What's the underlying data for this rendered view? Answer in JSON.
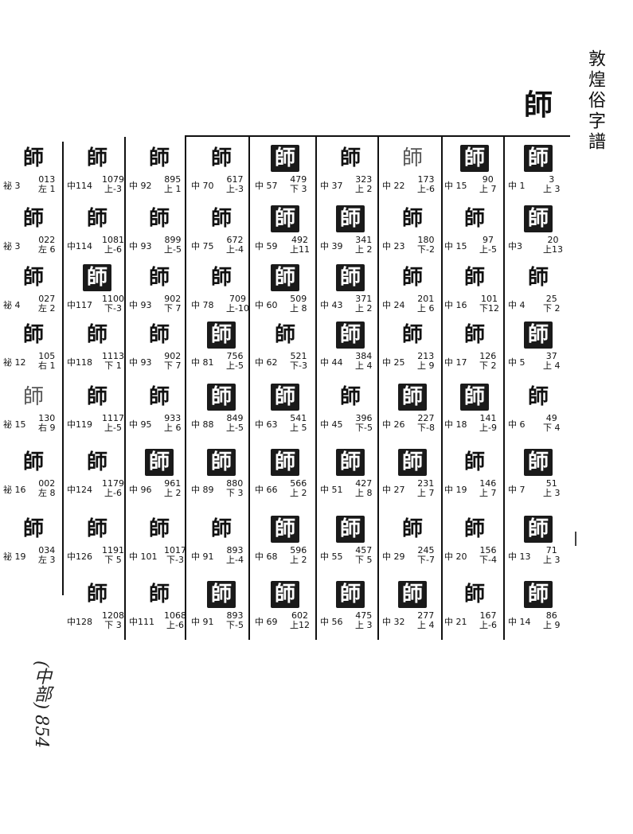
{
  "book_title": "敦煌俗字譜",
  "headword": "師",
  "margin_note": "(中部) 854",
  "columns": [
    [
      {
        "glyph": "師",
        "style": "dark",
        "src": "中 1",
        "num": "3",
        "pos": "上 3"
      },
      {
        "glyph": "師",
        "style": "dark",
        "src": "中3",
        "num": "20",
        "pos": "上13"
      },
      {
        "glyph": "師",
        "style": "normal",
        "src": "中 4",
        "num": "25",
        "pos": "下 2"
      },
      {
        "glyph": "師",
        "style": "dark",
        "src": "中 5",
        "num": "37",
        "pos": "上 4"
      },
      {
        "glyph": "師",
        "style": "normal",
        "src": "中 6",
        "num": "49",
        "pos": "下 4"
      },
      {
        "glyph": "師",
        "style": "dark",
        "src": "中 7",
        "num": "51",
        "pos": "上 3"
      },
      {
        "glyph": "師",
        "style": "dark",
        "src": "中 13",
        "num": "71",
        "pos": "上 3"
      },
      {
        "glyph": "師",
        "style": "dark",
        "src": "中 14",
        "num": "86",
        "pos": "上 9"
      }
    ],
    [
      {
        "glyph": "師",
        "style": "dark",
        "src": "中 15",
        "num": "90",
        "pos": "上 7"
      },
      {
        "glyph": "師",
        "style": "normal",
        "src": "中 15",
        "num": "97",
        "pos": "上-5"
      },
      {
        "glyph": "師",
        "style": "normal",
        "src": "中 16",
        "num": "101",
        "pos": "下12"
      },
      {
        "glyph": "師",
        "style": "normal",
        "src": "中 17",
        "num": "126",
        "pos": "下 2"
      },
      {
        "glyph": "師",
        "style": "dark",
        "src": "中 18",
        "num": "141",
        "pos": "上-9"
      },
      {
        "glyph": "師",
        "style": "normal",
        "src": "中 19",
        "num": "146",
        "pos": "上 7"
      },
      {
        "glyph": "師",
        "style": "normal",
        "src": "中 20",
        "num": "156",
        "pos": "下-4"
      },
      {
        "glyph": "師",
        "style": "normal",
        "src": "中 21",
        "num": "167",
        "pos": "上-6"
      }
    ],
    [
      {
        "glyph": "師",
        "style": "light",
        "src": "中 22",
        "num": "173",
        "pos": "上-6"
      },
      {
        "glyph": "師",
        "style": "normal",
        "src": "中 23",
        "num": "180",
        "pos": "下-2"
      },
      {
        "glyph": "師",
        "style": "normal",
        "src": "中 24",
        "num": "201",
        "pos": "上 6"
      },
      {
        "glyph": "師",
        "style": "normal",
        "src": "中 25",
        "num": "213",
        "pos": "上 9"
      },
      {
        "glyph": "師",
        "style": "dark",
        "src": "中 26",
        "num": "227",
        "pos": "下-8"
      },
      {
        "glyph": "師",
        "style": "dark",
        "src": "中 27",
        "num": "231",
        "pos": "上 7"
      },
      {
        "glyph": "師",
        "style": "normal",
        "src": "中 29",
        "num": "245",
        "pos": "下-7"
      },
      {
        "glyph": "師",
        "style": "dark",
        "src": "中 32",
        "num": "277",
        "pos": "上 4"
      }
    ],
    [
      {
        "glyph": "師",
        "style": "normal",
        "src": "中 37",
        "num": "323",
        "pos": "上 2"
      },
      {
        "glyph": "師",
        "style": "dark",
        "src": "中 39",
        "num": "341",
        "pos": "上 2"
      },
      {
        "glyph": "師",
        "style": "dark",
        "src": "中 43",
        "num": "371",
        "pos": "上 2"
      },
      {
        "glyph": "師",
        "style": "dark",
        "src": "中 44",
        "num": "384",
        "pos": "上 4"
      },
      {
        "glyph": "師",
        "style": "normal",
        "src": "中 45",
        "num": "396",
        "pos": "下-5"
      },
      {
        "glyph": "師",
        "style": "dark",
        "src": "中 51",
        "num": "427",
        "pos": "上 8"
      },
      {
        "glyph": "師",
        "style": "dark",
        "src": "中 55",
        "num": "457",
        "pos": "下 5"
      },
      {
        "glyph": "師",
        "style": "dark",
        "src": "中 56",
        "num": "475",
        "pos": "上 3"
      }
    ],
    [
      {
        "glyph": "師",
        "style": "dark",
        "src": "中 57",
        "num": "479",
        "pos": "下 3"
      },
      {
        "glyph": "師",
        "style": "dark",
        "src": "中 59",
        "num": "492",
        "pos": "上11"
      },
      {
        "glyph": "師",
        "style": "dark",
        "src": "中 60",
        "num": "509",
        "pos": "上 8"
      },
      {
        "glyph": "師",
        "style": "normal",
        "src": "中 62",
        "num": "521",
        "pos": "下-3"
      },
      {
        "glyph": "師",
        "style": "dark",
        "src": "中 63",
        "num": "541",
        "pos": "上 5"
      },
      {
        "glyph": "師",
        "style": "dark",
        "src": "中 66",
        "num": "566",
        "pos": "上 2"
      },
      {
        "glyph": "師",
        "style": "dark",
        "src": "中 68",
        "num": "596",
        "pos": "上 2"
      },
      {
        "glyph": "師",
        "style": "dark",
        "src": "中 69",
        "num": "602",
        "pos": "上12"
      }
    ],
    [
      {
        "glyph": "師",
        "style": "normal",
        "src": "中 70",
        "num": "617",
        "pos": "上-3"
      },
      {
        "glyph": "師",
        "style": "normal",
        "src": "中 75",
        "num": "672",
        "pos": "上-4"
      },
      {
        "glyph": "師",
        "style": "normal",
        "src": "中 78",
        "num": "709",
        "pos": "上-10"
      },
      {
        "glyph": "師",
        "style": "dark",
        "src": "中 81",
        "num": "756",
        "pos": "上-5"
      },
      {
        "glyph": "師",
        "style": "dark",
        "src": "中 88",
        "num": "849",
        "pos": "上-5"
      },
      {
        "glyph": "師",
        "style": "dark",
        "src": "中 89",
        "num": "880",
        "pos": "下 3"
      },
      {
        "glyph": "師",
        "style": "normal",
        "src": "中 91",
        "num": "893",
        "pos": "上-4"
      },
      {
        "glyph": "師",
        "style": "dark",
        "src": "中 91",
        "num": "893",
        "pos": "下-5"
      }
    ],
    [
      {
        "glyph": "師",
        "style": "normal",
        "src": "中 92",
        "num": "895",
        "pos": "上 1"
      },
      {
        "glyph": "師",
        "style": "normal",
        "src": "中 93",
        "num": "899",
        "pos": "上-5"
      },
      {
        "glyph": "師",
        "style": "normal",
        "src": "中 93",
        "num": "902",
        "pos": "下 7"
      },
      {
        "glyph": "師",
        "style": "normal",
        "src": "中 93",
        "num": "902",
        "pos": "下 7"
      },
      {
        "glyph": "師",
        "style": "normal",
        "src": "中 95",
        "num": "933",
        "pos": "上 6"
      },
      {
        "glyph": "師",
        "style": "dark",
        "src": "中 96",
        "num": "961",
        "pos": "上 2"
      },
      {
        "glyph": "師",
        "style": "normal",
        "src": "中 101",
        "num": "1017",
        "pos": "下-3"
      },
      {
        "glyph": "師",
        "style": "normal",
        "src": "中111",
        "num": "1068",
        "pos": "上-6"
      }
    ],
    [
      {
        "glyph": "師",
        "style": "normal",
        "src": "中114",
        "num": "1079",
        "pos": "上-3"
      },
      {
        "glyph": "師",
        "style": "normal",
        "src": "中114",
        "num": "1081",
        "pos": "上-6"
      },
      {
        "glyph": "師",
        "style": "dark",
        "src": "中117",
        "num": "1100",
        "pos": "下-3"
      },
      {
        "glyph": "師",
        "style": "normal",
        "src": "中118",
        "num": "1113",
        "pos": "下 1"
      },
      {
        "glyph": "師",
        "style": "normal",
        "src": "中119",
        "num": "1117",
        "pos": "上-5"
      },
      {
        "glyph": "師",
        "style": "normal",
        "src": "中124",
        "num": "1179",
        "pos": "上-6"
      },
      {
        "glyph": "師",
        "style": "normal",
        "src": "中126",
        "num": "1191",
        "pos": "下 5"
      },
      {
        "glyph": "師",
        "style": "normal",
        "src": "中128",
        "num": "1208",
        "pos": "下 3"
      }
    ],
    [
      {
        "glyph": "師",
        "style": "normal",
        "src": "祕 3",
        "num": "013",
        "pos": "左 1"
      },
      {
        "glyph": "師",
        "style": "normal",
        "src": "祕 3",
        "num": "022",
        "pos": "左 6"
      },
      {
        "glyph": "師",
        "style": "normal",
        "src": "祕 4",
        "num": "027",
        "pos": "左 2"
      },
      {
        "glyph": "師",
        "style": "normal",
        "src": "祕 12",
        "num": "105",
        "pos": "右 1"
      },
      {
        "glyph": "師",
        "style": "light",
        "src": "祕 15",
        "num": "130",
        "pos": "右 9"
      },
      {
        "glyph": "師",
        "style": "normal",
        "src": "祕 16",
        "num": "002",
        "pos": "左 8"
      },
      {
        "glyph": "師",
        "style": "normal",
        "src": "祕 19",
        "num": "034",
        "pos": "左 3"
      }
    ]
  ]
}
